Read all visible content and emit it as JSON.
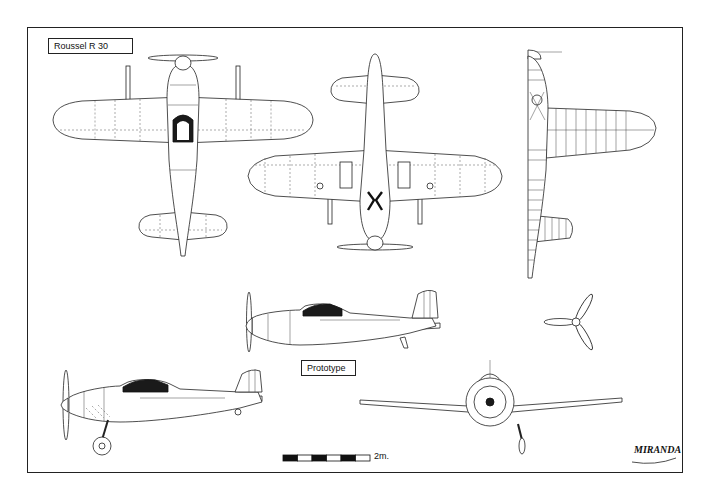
{
  "diagram": {
    "nodes": [
      {
        "text": [
          "Roussel R 30"
        ]
      },
      {
        "text": [
          "Prototype"
        ]
      }
    ],
    "labels": [
      "2m.",
      "MIRANDA"
    ]
  }
}
